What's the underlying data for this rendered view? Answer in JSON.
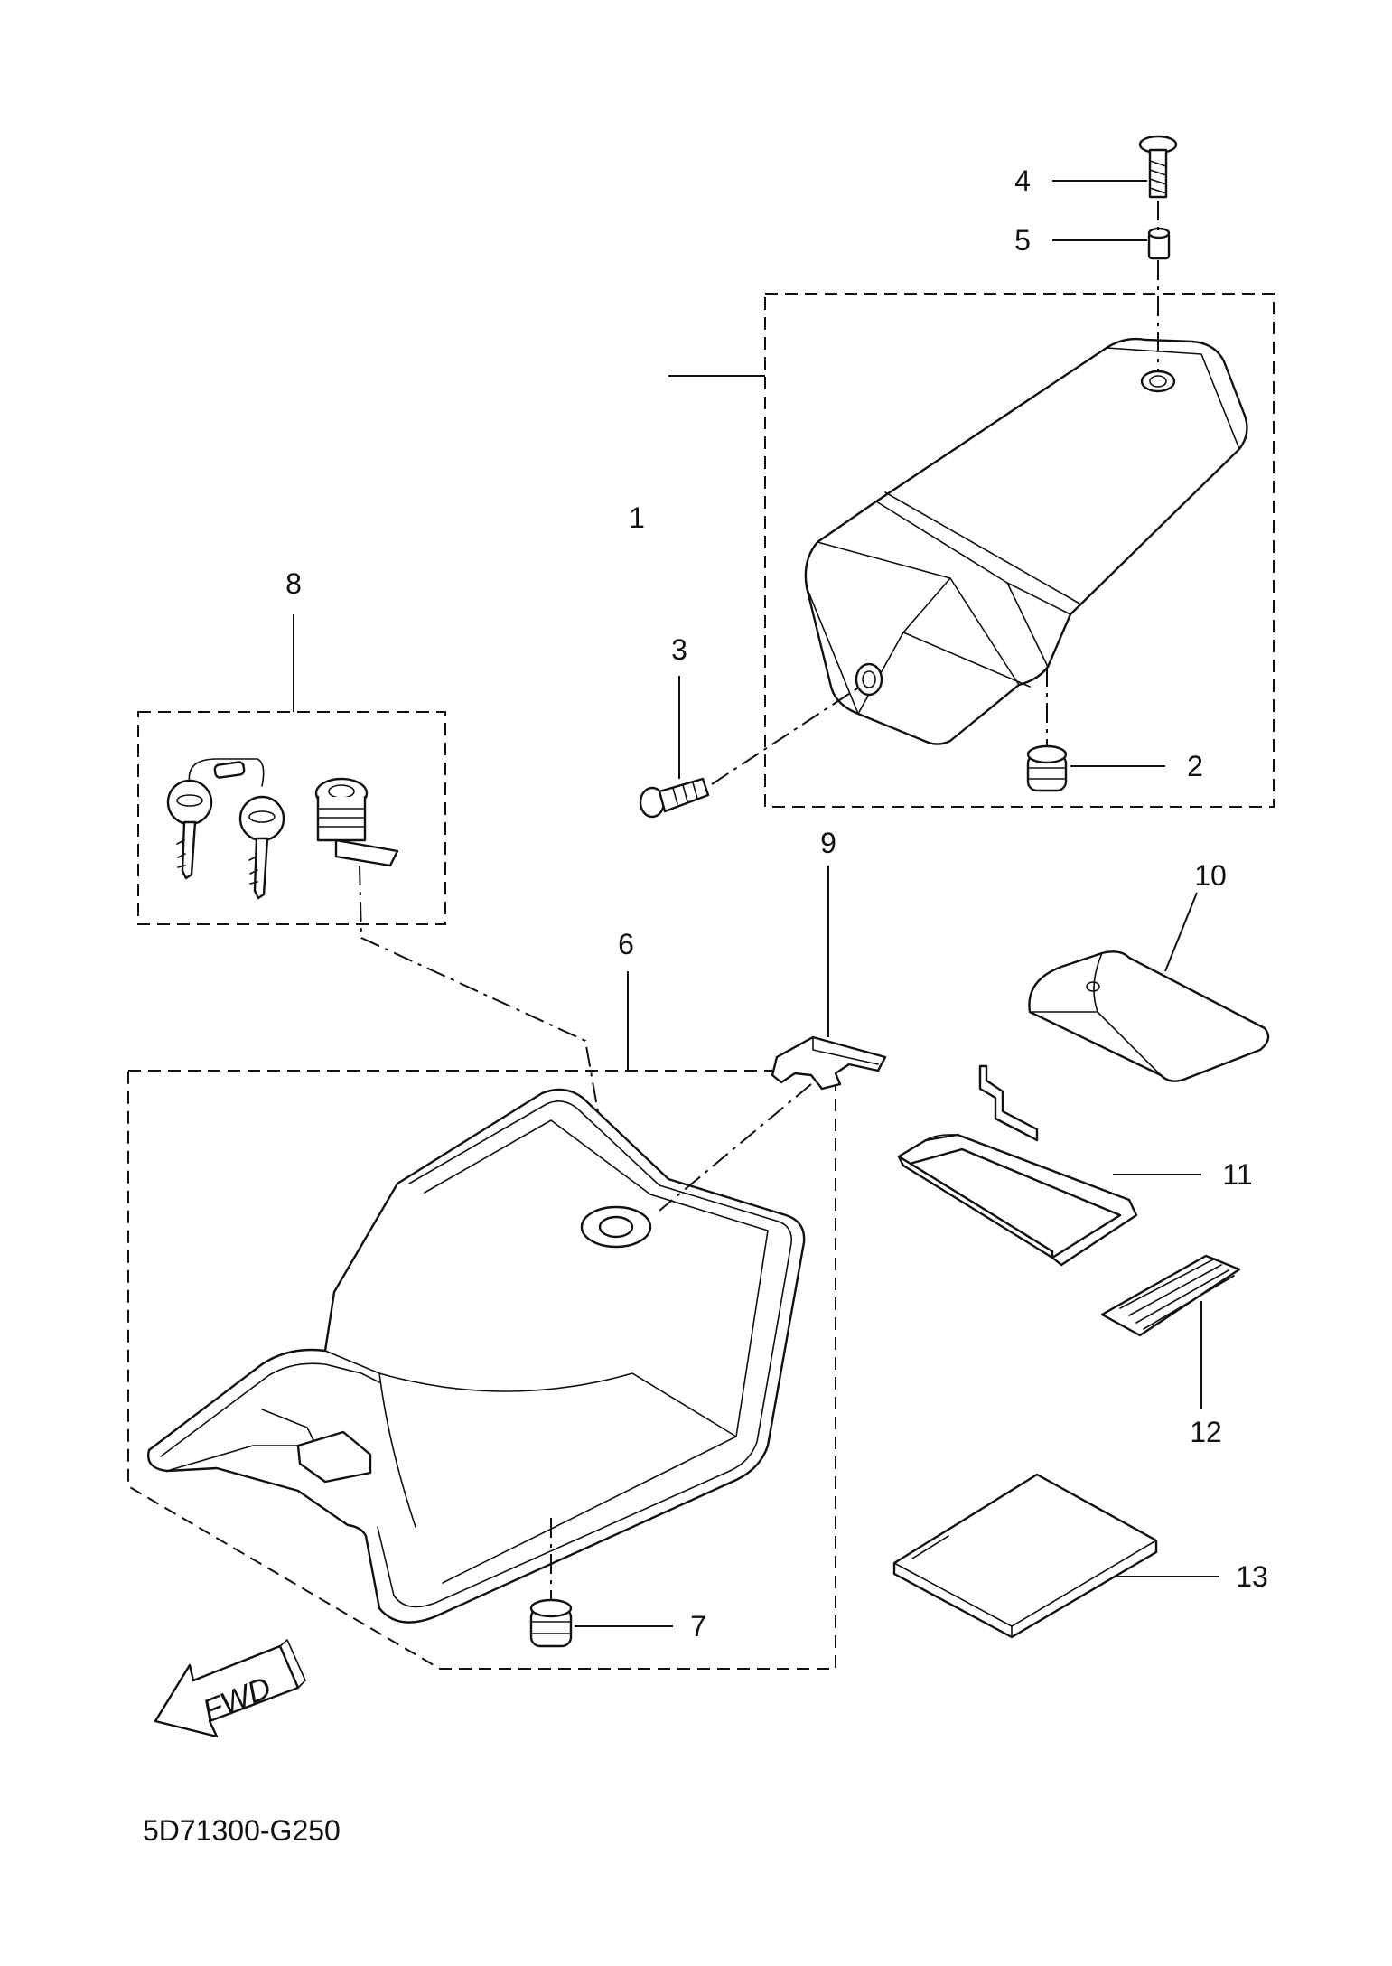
{
  "diagram": {
    "code": "5D71300-G250",
    "fwd_label": "FWD",
    "callouts": [
      {
        "id": "1",
        "label": "1"
      },
      {
        "id": "2",
        "label": "2"
      },
      {
        "id": "3",
        "label": "3"
      },
      {
        "id": "4",
        "label": "4"
      },
      {
        "id": "5",
        "label": "5"
      },
      {
        "id": "6",
        "label": "6"
      },
      {
        "id": "7",
        "label": "7"
      },
      {
        "id": "8",
        "label": "8"
      },
      {
        "id": "9",
        "label": "9"
      },
      {
        "id": "10",
        "label": "10"
      },
      {
        "id": "11",
        "label": "11"
      },
      {
        "id": "12",
        "label": "12"
      },
      {
        "id": "13",
        "label": "13"
      }
    ]
  }
}
